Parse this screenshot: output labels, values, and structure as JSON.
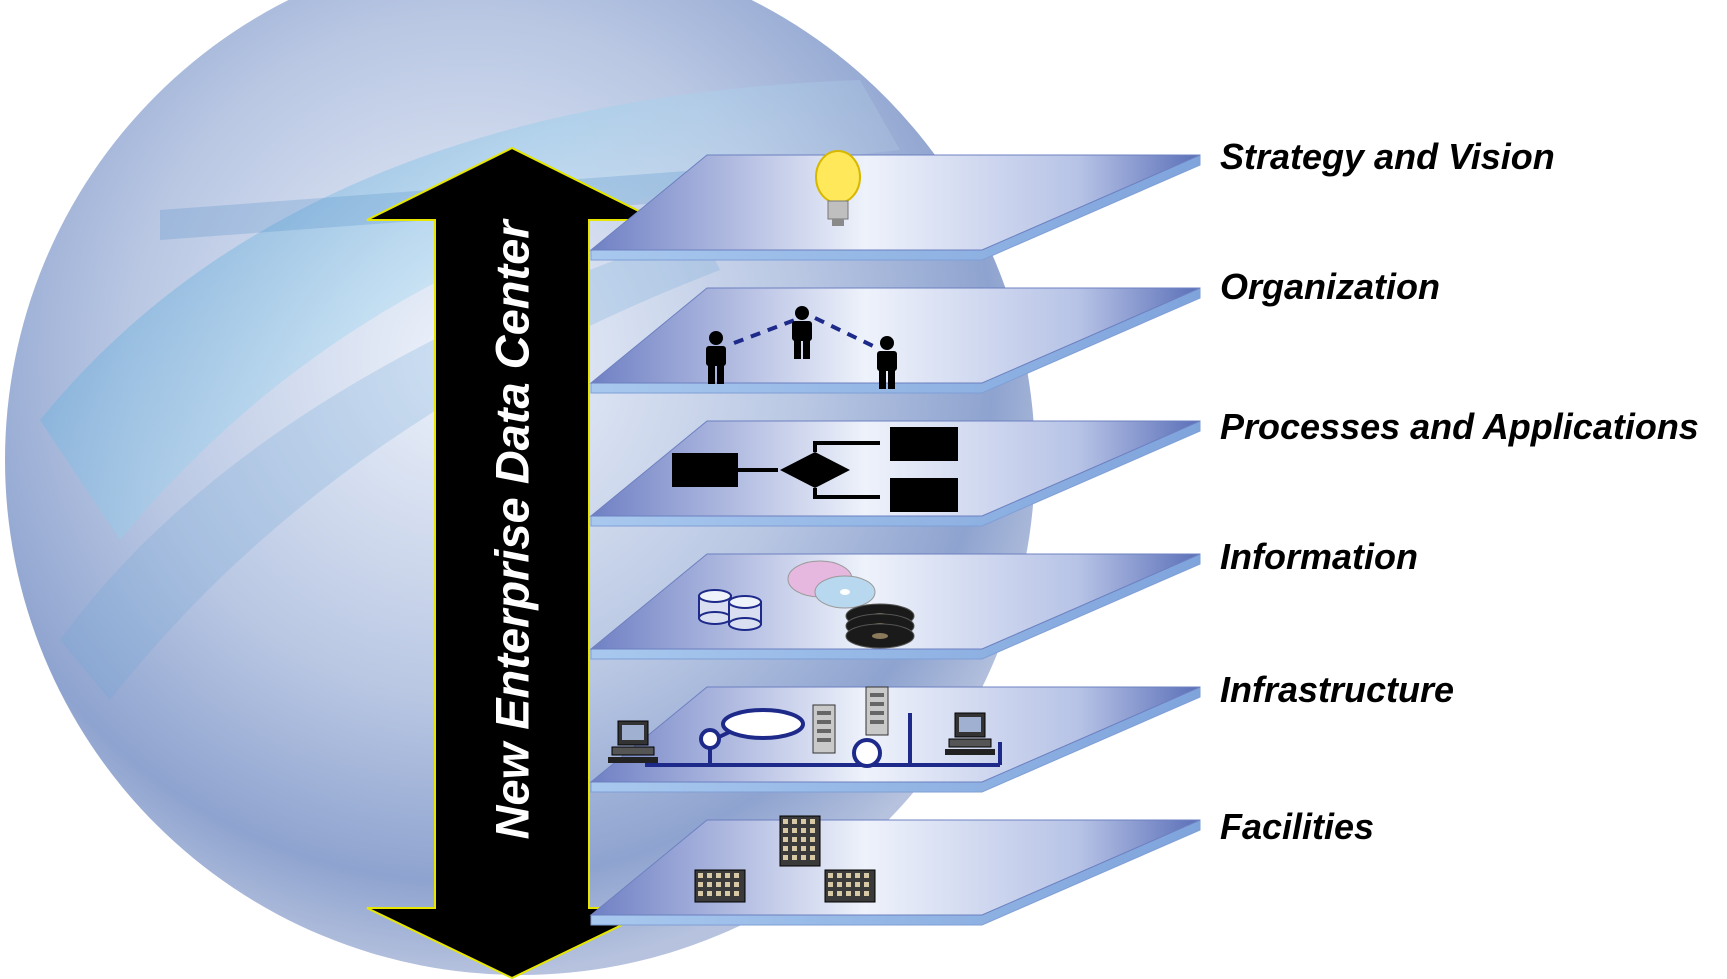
{
  "diagram": {
    "arrow_label": "New Enterprise Data Center",
    "layers": [
      {
        "label": "Strategy and Vision",
        "icon": "lightbulb-icon"
      },
      {
        "label": "Organization",
        "icon": "people-network-icon"
      },
      {
        "label": "Processes and Applications",
        "icon": "flowchart-icon"
      },
      {
        "label": "Information",
        "icon": "storage-media-icon"
      },
      {
        "label": "Infrastructure",
        "icon": "network-icon"
      },
      {
        "label": "Facilities",
        "icon": "buildings-icon"
      }
    ],
    "colors": {
      "plate_light": "#eef2fb",
      "plate_dark": "#5a6fb8",
      "plate_edge": "#8fb4e4",
      "arrow_fill": "#000000",
      "arrow_outline": "#e6e600",
      "background_tint": "#a9b6d6"
    }
  }
}
